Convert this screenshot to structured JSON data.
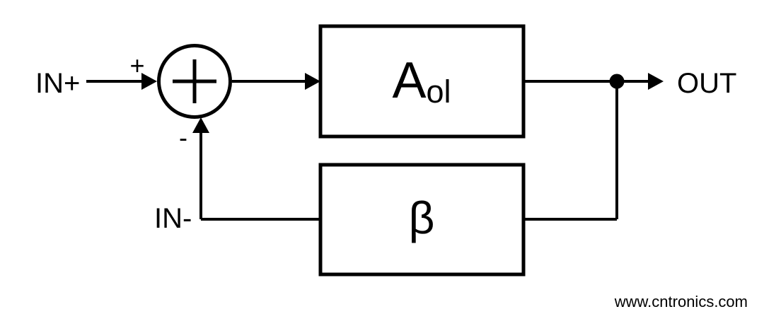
{
  "diagram": {
    "kind": "negative-feedback-amplifier-block-diagram",
    "inputs": {
      "positive_label": "IN+",
      "negative_label": "IN-"
    },
    "output_label": "OUT",
    "summing_junction": {
      "positive_sign": "+",
      "negative_sign": "-"
    },
    "blocks": {
      "gain": {
        "symbol": "A",
        "subscript": "ol"
      },
      "feedback": {
        "symbol": "β"
      }
    },
    "watermark": {
      "text": "www.cntronics.com",
      "color": "#c6e5b7"
    },
    "colors": {
      "line": "#000000",
      "background": "#ffffff"
    }
  }
}
